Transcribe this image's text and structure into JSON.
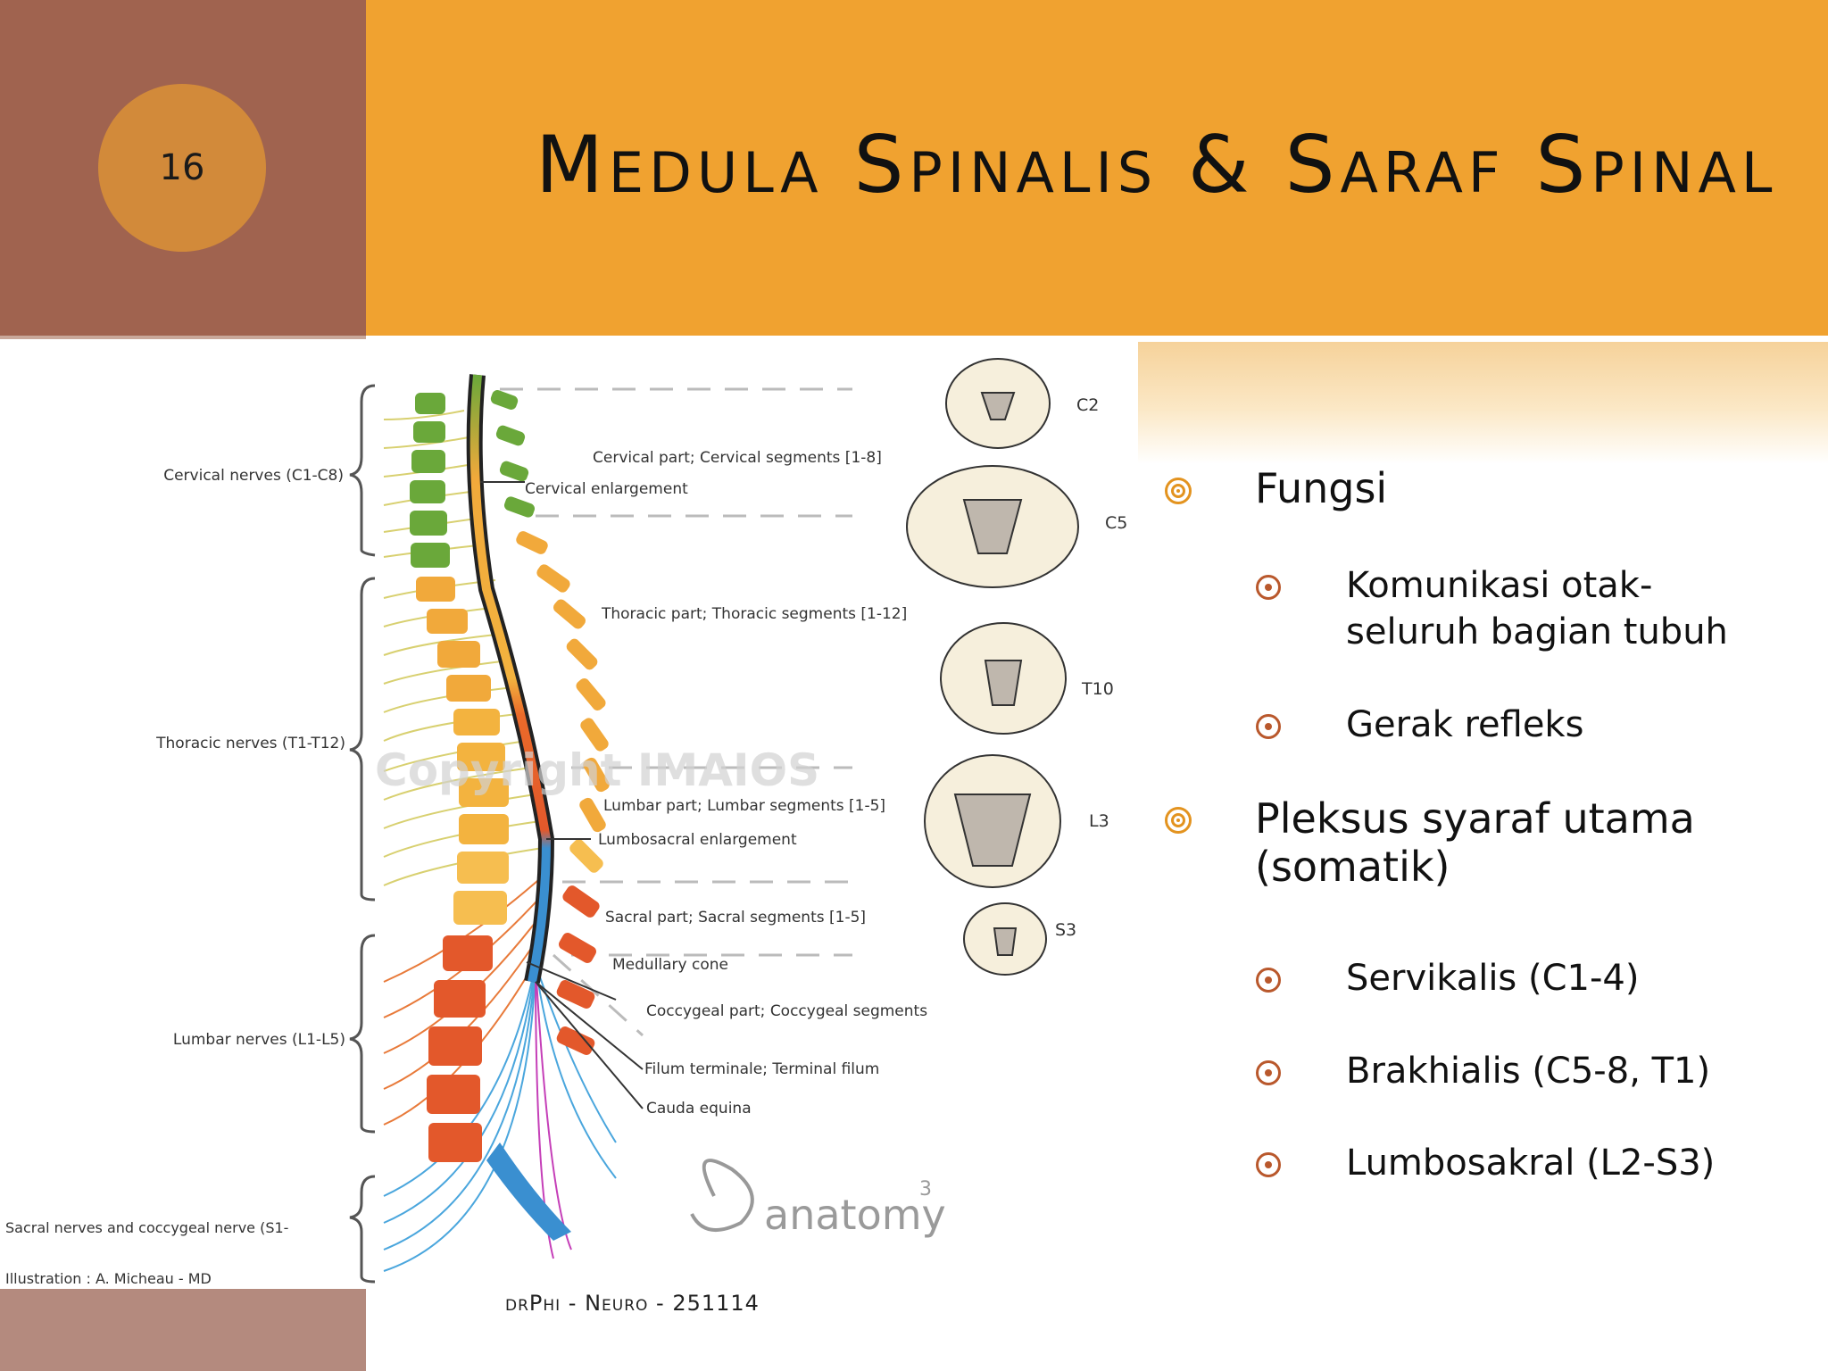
{
  "slide": {
    "number": "16",
    "title": "Medula Spinalis & Saraf Spinal",
    "footer": "drPhi - Neuro - 251114"
  },
  "colors": {
    "band_left": "#a0634f",
    "band_top": "#f0a230",
    "number_circle": "#d28a3a",
    "bullet_level1": "#e3931f",
    "bullet_level2": "#b9582c"
  },
  "illustration": {
    "left_labels": [
      "Cervical nerves (C1-C8)",
      "Thoracic nerves (T1-T12)",
      "Lumbar nerves (L1-L5)",
      "Sacral nerves and coccygeal nerve (S1-"
    ],
    "center_labels": [
      "Cervical part; Cervical segments [1-8]",
      "Cervical enlargement",
      "Thoracic part; Thoracic segments [1-12]",
      "Lumbar part; Lumbar segments [1-5]",
      "Lumbosacral enlargement",
      "Sacral part; Sacral segments [1-5]",
      "Medullary cone",
      "Coccygeal part; Coccygeal segments",
      "Filum terminale; Terminal filum",
      "Cauda equina"
    ],
    "section_labels": [
      "C2",
      "C5",
      "T10",
      "L3",
      "S3"
    ],
    "credit": "Illustration : A. Micheau - MD",
    "logo": "anatomy",
    "logo_sup": "3",
    "watermark": "Copyright IMAIOS"
  },
  "bullets": [
    {
      "text": "Fungsi",
      "children": [
        "Komunikasi otak-seluruh bagian tubuh",
        "Gerak refleks"
      ]
    },
    {
      "text": "Pleksus syaraf utama (somatik)",
      "children": [
        "Servikalis (C1-4)",
        "Brakhialis (C5-8, T1)",
        "Lumbosakral (L2-S3)"
      ]
    }
  ]
}
